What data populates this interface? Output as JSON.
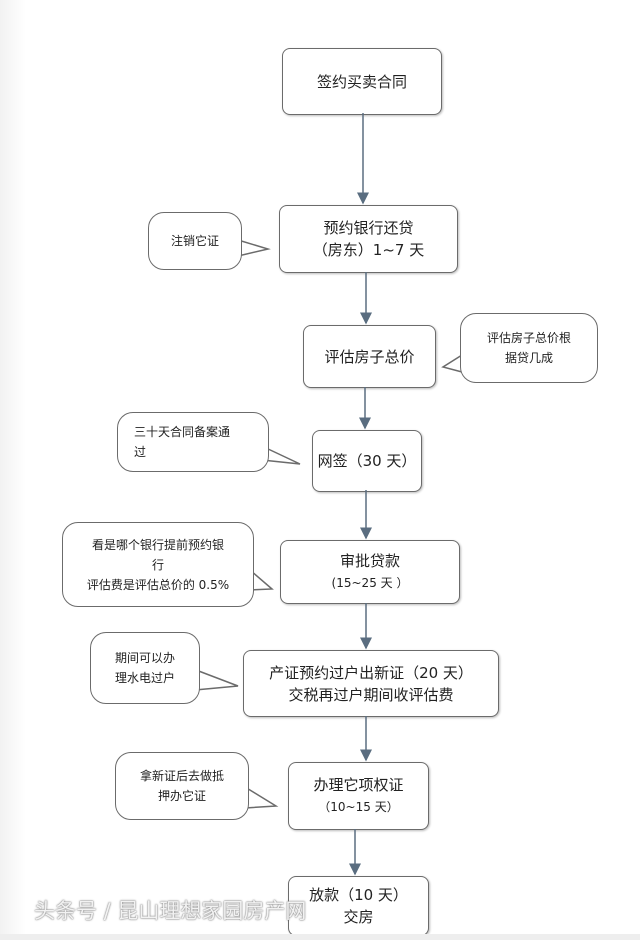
{
  "steps": [
    {
      "title": "签约买卖合同",
      "sub": ""
    },
    {
      "title": "预约银行还贷",
      "sub": "（房东）1~7 天"
    },
    {
      "title": "评估房子总价",
      "sub": ""
    },
    {
      "title": "网签（30 天）",
      "sub": ""
    },
    {
      "title": "审批贷款",
      "sub": "(15~25 天 ）"
    },
    {
      "title": "产证预约过户出新证（20 天）",
      "sub": "交税再过户期间收评估费"
    },
    {
      "title": "办理它项权证",
      "sub": "（10~15 天）"
    },
    {
      "title": "放款（10 天）",
      "sub": "交房"
    }
  ],
  "notes": [
    {
      "lines": [
        "注销它证"
      ]
    },
    {
      "lines": [
        "评估房子总价根",
        "据贷几成"
      ]
    },
    {
      "lines": [
        "三十天合同备案通",
        "过"
      ]
    },
    {
      "lines": [
        "看是哪个银行提前预约银",
        "行",
        "评估费是评估总价的 0.5%"
      ]
    },
    {
      "lines": [
        "期间可以办",
        "理水电过户"
      ]
    },
    {
      "lines": [
        "拿新证后去做抵",
        "押办它证"
      ]
    }
  ],
  "watermark": "头条号 / 昆山理想家园房产网",
  "colors": {
    "line": "#6b6b6b",
    "arrow": "#5a6d80"
  }
}
